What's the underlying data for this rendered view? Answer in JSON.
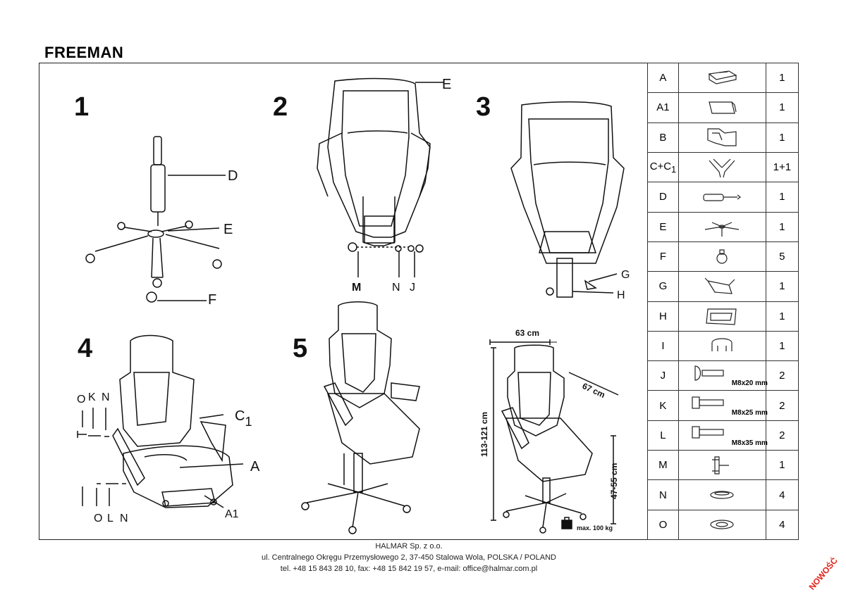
{
  "title": "FREEMAN",
  "steps": [
    "1",
    "2",
    "3",
    "4",
    "5"
  ],
  "step1": {
    "labels": {
      "d": "D",
      "e": "E",
      "f": "F"
    }
  },
  "step2": {
    "labels": {
      "e": "E",
      "m": "M",
      "n": "N",
      "j": "J"
    }
  },
  "step3": {
    "labels": {
      "g": "G",
      "h": "H"
    }
  },
  "step4": {
    "labels": {
      "o1": "O",
      "k": "K",
      "n1": "N",
      "c1": "C",
      "c1_sub": "1",
      "a": "A",
      "a1": "A1",
      "o2": "O",
      "l": "L",
      "n2": "N"
    }
  },
  "dimensions": {
    "width": "63 cm",
    "depth": "67 cm",
    "height": "113-121 cm",
    "seat_height": "47-55 cm",
    "max_load": "max. 100 kg"
  },
  "parts": [
    {
      "id": "A",
      "icon": "seat-cushion-icon",
      "qty": "1"
    },
    {
      "id": "A1",
      "icon": "footrest-icon",
      "qty": "1"
    },
    {
      "id": "B",
      "icon": "backrest-icon",
      "qty": "1"
    },
    {
      "id": "C+C",
      "sub": "1",
      "icon": "armrests-icon",
      "qty": "1+1"
    },
    {
      "id": "D",
      "icon": "gas-lift-icon",
      "qty": "1"
    },
    {
      "id": "E",
      "icon": "star-base-icon",
      "qty": "1"
    },
    {
      "id": "F",
      "icon": "caster-icon",
      "qty": "5"
    },
    {
      "id": "G",
      "icon": "tilt-mechanism-icon",
      "qty": "1"
    },
    {
      "id": "H",
      "icon": "bracket-icon",
      "qty": "1"
    },
    {
      "id": "I",
      "icon": "clip-icon",
      "qty": "1"
    },
    {
      "id": "J",
      "icon": "round-bolt-icon",
      "size": "M8x20 mm",
      "qty": "2"
    },
    {
      "id": "K",
      "icon": "bolt-icon",
      "size": "M8x25 mm",
      "qty": "2"
    },
    {
      "id": "L",
      "icon": "bolt-icon",
      "size": "M8x35 mm",
      "qty": "2"
    },
    {
      "id": "M",
      "icon": "knob-icon",
      "qty": "1"
    },
    {
      "id": "N",
      "icon": "spring-washer-icon",
      "qty": "4"
    },
    {
      "id": "O",
      "icon": "flat-washer-icon",
      "qty": "4"
    }
  ],
  "footer": {
    "company": "HALMAR Sp. z o.o.",
    "address": "ul. Centralnego Okręgu Przemysłowego 2, 37-450 Stalowa Wola, POLSKA / POLAND",
    "contact": "tel. +48 15 843 28 10, fax: +48 15 842 19 57, e-mail: office@halmar.com.pl"
  },
  "stamp": "NOWOŚĆ"
}
